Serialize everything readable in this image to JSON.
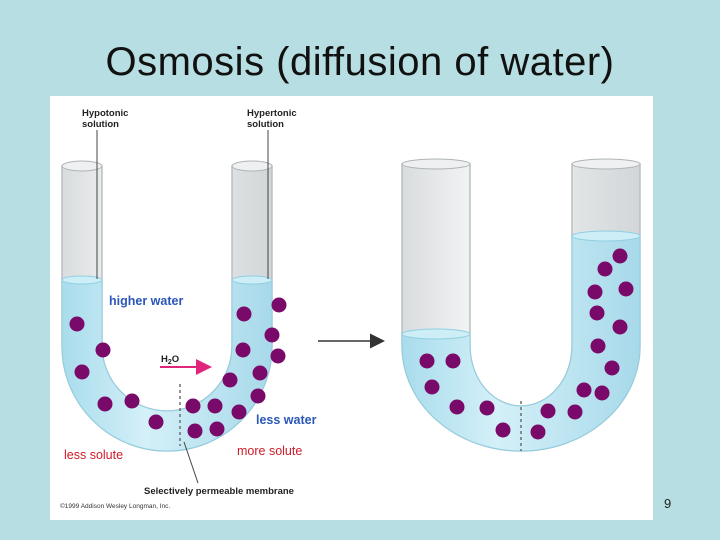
{
  "slide": {
    "title": "Osmosis (diffusion of water)",
    "page_number": "9"
  },
  "diagram": {
    "label_hypotonic_1": "Hypotonic",
    "label_hypotonic_2": "solution",
    "label_hypertonic_1": "Hypertonic",
    "label_hypertonic_2": "solution",
    "label_higher_water": "higher water",
    "label_h2o_main": "H",
    "label_h2o_sub": "2",
    "label_h2o_end": "O",
    "label_less_water": "less water",
    "label_less_solute": "less solute",
    "label_more_solute": "more solute",
    "label_membrane": "Selectively permeable membrane",
    "copyright": "©1999 Addison Wesley Longman, Inc.",
    "colors": {
      "water": "#bfe6f1",
      "water_edge": "#8fcfe2",
      "solute": "#7a0a6a",
      "label_blue": "#2a57b8",
      "label_red": "#d01a2a",
      "arrow_pink": "#e0257a"
    }
  }
}
